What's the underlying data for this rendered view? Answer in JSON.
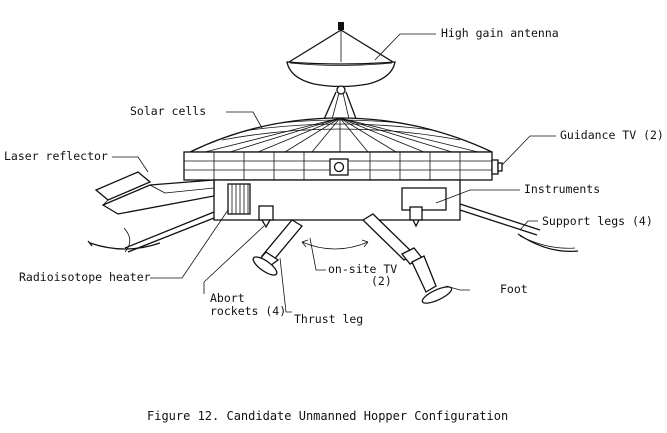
{
  "labels": {
    "high_gain_antenna": "High gain antenna",
    "solar_cells": "Solar cells",
    "guidance_tv": "Guidance TV (2)",
    "laser_reflector": "Laser reflector",
    "instruments": "Instruments",
    "support_legs": "Support legs (4)",
    "radioisotope_heater": "Radioisotope heater",
    "on_site_tv_line1": "on-site TV",
    "on_site_tv_line2": "(2)",
    "foot": "Foot",
    "abort_rockets_line1": "Abort",
    "abort_rockets_line2": "rockets (4)",
    "thrust_leg": "Thrust leg"
  },
  "caption": "Figure 12. Candidate Unmanned Hopper Configuration"
}
